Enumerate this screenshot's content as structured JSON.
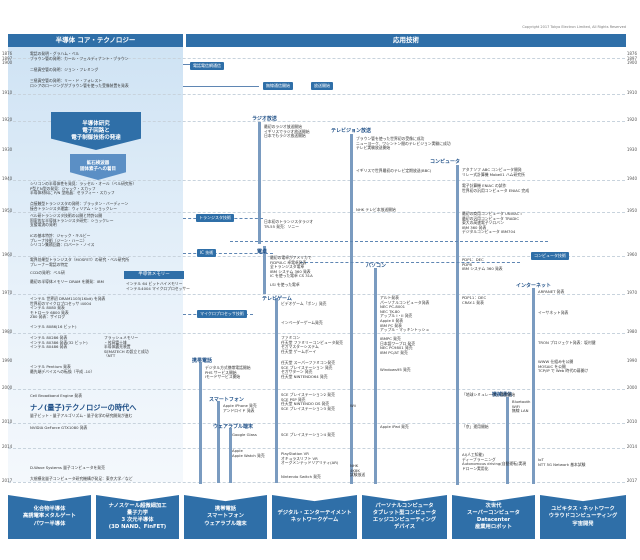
{
  "copyright": "Copyright 2017 Tokyo Electron Limited, All Rights Reserved",
  "headers": {
    "left": "半導体 コア・テクノロジー",
    "right": "応用技術"
  },
  "years_left": [
    "1876\n1897\n1900",
    "1910",
    "1920",
    "1930",
    "1940",
    "1950",
    "1960",
    "1970",
    "1980",
    "1990",
    "2000",
    "2010",
    "2014",
    "2017"
  ],
  "years_right": [
    "1876\n1897\n1900",
    "1910",
    "1920",
    "1930",
    "1940",
    "1950",
    "1960",
    "1970",
    "1980",
    "1990",
    "2000",
    "2010",
    "2014",
    "2017"
  ],
  "core": {
    "c1": "電話の発明・グラハム・ベル\nブラウン管の発明：カール・フェルディナント・ブラウン",
    "c2": "二極真空管の発明：ジョン・フレミング",
    "c3": "三極真空管の発明：リー・ド・フォレスト\nロシアのロージングがブラウン管を使った受像装置を発表",
    "a1": "半導体研究\n電子回路と\n電子制御技術の発達",
    "a2": "鉱石検波器\n固体素子への着目",
    "c4": "シリコンの半導体性を発見：ラッセル・オール（ベル研究所）\nP型とN型の発見：ジャック・スカッフ\n半導体材料に P/N 型結晶：セラフィー・スカッフ",
    "c5": "点接触型トランジスタの発明：ブラッタン・バーディーン\n接合トランジスタ理論：ウィリアム・ショックレー",
    "c6": "ベル研トランジスタ技術の公開と特許公開\n国家的な半導体トランジスタ研究：ショックレー\n支援電流の発明",
    "c7": "ICの基本特許：ジャック・キルビー\nプレーナ技術（ジーン・ハーニ）\nシリコン集積回路：ロバート・ノイス",
    "c8": "電界効果型トランジスタ（MOSFET）の研究・ベル研究所\nプレーナー電話の特定",
    "c9": "CCDの発明：ベル研",
    "mem": "半導体メモリー",
    "c10": "インテル 64 ビットハイメモリー\nインテル4004 マイクロプロセッサー",
    "c11": "最初の半導体メモリー DRAM を開発：IBM",
    "c12": "インテル 世界初 DRAM1103(1Kbit) を発表\n世界初のマイクロプロセッサ i4004\nインテル 8080 発表\nモトローラ 6800 発表\nZ80 発表：ザイログ",
    "c13": "インテル 8086(16 ビット)",
    "c14": "インテル 80286 発表\nインテル 80386 発表(32 ビット)\nインテル 80486 発表",
    "c15": "フラッシュメモリー\n・舛岡富士雄\n半導体露光装置\nSEMATECH の設立と成功\n（NTT",
    "c16": "インテル Pentium 発表\n最先端デバイスへの転換（平成 -10）",
    "c17": "Cell Broadband Engine 発表",
    "nano": "ナノ(量子)テクノロジーの時代へ",
    "nanosub": "量子ビット・量子アルゴリズム・量子化学の研究開発が進む",
    "c18": "NVIDIA GeForce GTX1080 発表",
    "c19": "D-Wave Systems 量子コンピュータを発売",
    "c20": "大規模化量子コンピュータ研究機構が発足：東京大学／など"
  },
  "labels": {
    "telephone_service": "電話電信網通信",
    "radio_bcast": "無線通信開始",
    "tv_start": "放送開始",
    "radio": "ラジオ放送",
    "tv": "テレビジョン放送",
    "computer": "コンピュータ",
    "transistor": "トランジスタ技術",
    "ic": "IC 技術",
    "calc": "電卓",
    "pc": "パソコン",
    "computer_tech": "コンピュータ技術",
    "internet": "インターネット",
    "microprocessor": "マイクロプロセッサ技術",
    "game": "テレビゲーム",
    "mobile": "携帯電話",
    "smartphone": "スマートフォン",
    "wearable": "ウェアラブル端末",
    "cloud": "機械通信"
  },
  "app": {
    "radio1": "最初のラジオ放送開始\nイギリスでラジオ放送開始\n日本でもラジオ放送開始",
    "tv1": "ブラウン管を使った世界初の受像に成功\nニューヨーク、ワシントン間のテレビジョン実験に成功\nテレビ実験放送開始",
    "tv2": "イギリスで世界最初のテレビ定期放送(BBC)",
    "comp1": "アタナソフ ABC コンピュータ開発\nリレー式計算機 Mobell1 ハム研究所",
    "comp2": "電子計算機 ENIAC の試作\n世界初の汎用コンピュータ ENIAC 完成",
    "nhk": "NHK テレビ本放送開始",
    "jp_tr": "日本初のトランジスタラジオ\nTR-55 発売：ソニー",
    "comp3": "最初の商用コンピュータ UNIVAC I\n最初の汎用コンピュータ TRADIC\n東大の高速電子ソロバン\nIBM 360 発表\nデジタルコンピュータ IBM704",
    "calc1": "最初の電卓がアメリカで\nFIDPULC 卓電卓発表\n全トランジスタ電卓\nIBM システム 360 発表\nIC を使った電卓 CS 31A",
    "lsi": "LSI を使った電卓",
    "comp4": "PDP1：DEC\nPDP8\nIBM システム 360 発表",
    "pc1": "アルト発表\nパーソナルコンピュータ発表\nNEC PC-8001\nNEC TK-80\nアップル I・II 発売\nApple II 発表\nIBM PC 発表\nアップル・マッキントッシュ",
    "inet1": "ARPANET 発表",
    "inet2": "PDP11：DEC\nCRAY-1 発表",
    "game1": "ビデオゲーム「ポン」発売",
    "game2": "インベーダーゲーム発売",
    "game3": "ファミコン\n任天堂 ファミリーコンピュータ発売\nセガマスターシステム\n任天堂 ゲームボーイ",
    "pc2": "IBMPC 発売\n日本語ワープロ 発売\nNEC PC9801 発売\nIBM PC/AT 発売",
    "inet3": "イーサネット発表",
    "mobile1": "デジタル方式携帯電話開始\nPHS サービス開始\niモードサービス開始",
    "game4": "任天堂 スーパーファミコン発売\nSCE プレイステーション 発売\nセガサターン 発売\n任天堂 NINTENDO64 発売",
    "win95": "Windows95 発売",
    "tron": "TRON プロジェクト発表：坂村健",
    "www": "WWW 仕組みを公開\nMOSAIC を公開\nTCP/IP で Web 時代の幕開け",
    "game5": "SCE プレイステーション2 発売\nSCE PSP 発売\n任天堂 NINTENDO DS 発売\nSCE プレイステーション3 発売",
    "iphone": "Apple iPhone 発売\nアンドロイド 発表",
    "wii": "Wii",
    "ipad": "Apple iPad 発売",
    "cloud1": "「地球シミュレータ」運用開始",
    "cloud2": "Bluetooth\nWiFi\n無線 LAN",
    "gg": "Google Glass",
    "ps4": "SCE プレイステーション4 発売",
    "kyo": "「京」運用開始",
    "aw": "Apple\nApple Watch 発売",
    "vr": "PlayStation VR\nオキュラスリフト VR",
    "vr2": "オーグメンテッドリアリティ(AR)",
    "switch": "Nintendo Switch 発売",
    "ai": "AI(人工知能)\nディープラーニング\nAutonomous driving(自動運転)実現\nドローン実用化",
    "iot": "IoT\nNTT 5G Network 基本試験",
    "nhk8k": "NHK\n4K8K\n試験放送"
  },
  "bottom": [
    "化合物半導体\n高誘電率メタルゲート\nパワー半導体",
    "ナノスケール超微細加工\n量子力学\n3 次元半導体\n(3D NAND、FinFET)",
    "携帯電話\nスマートフォン\nウェアラブル端末",
    "デジタル・エンターテイメント\nネットワークゲーム",
    "パーソナルコンピュータ\nタブレット型コンピュータ\nエッジコンピューティング\nデバイス",
    "次世代\nスーパーコンピュータ\nDatacenter\n産業用ロボット",
    "ユビキタス・ネットワーク\nウラウドコンピューティング\n宇宙開発"
  ]
}
